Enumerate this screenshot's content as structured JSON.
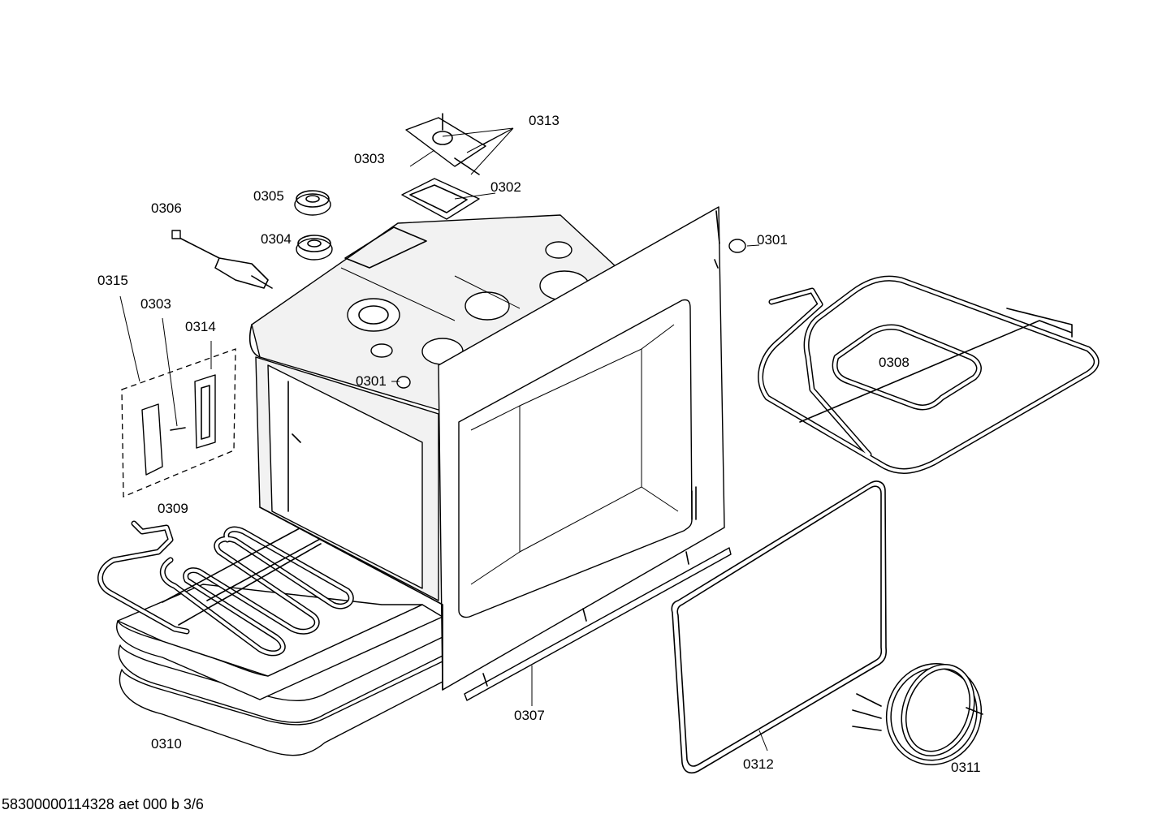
{
  "diagram": {
    "labels": {
      "p0313": "0313",
      "p0303_top": "0303",
      "p0302": "0302",
      "p0305": "0305",
      "p0306": "0306",
      "p0304": "0304",
      "p0301_right": "0301",
      "p0315": "0315",
      "p0303_left": "0303",
      "p0314": "0314",
      "p0308": "0308",
      "p0301_mid": "0301",
      "p0309": "0309",
      "p0307": "0307",
      "p0310": "0310",
      "p0312": "0312",
      "p0311": "0311"
    },
    "footer": "58300000114328 aet 000 b 3/6"
  }
}
